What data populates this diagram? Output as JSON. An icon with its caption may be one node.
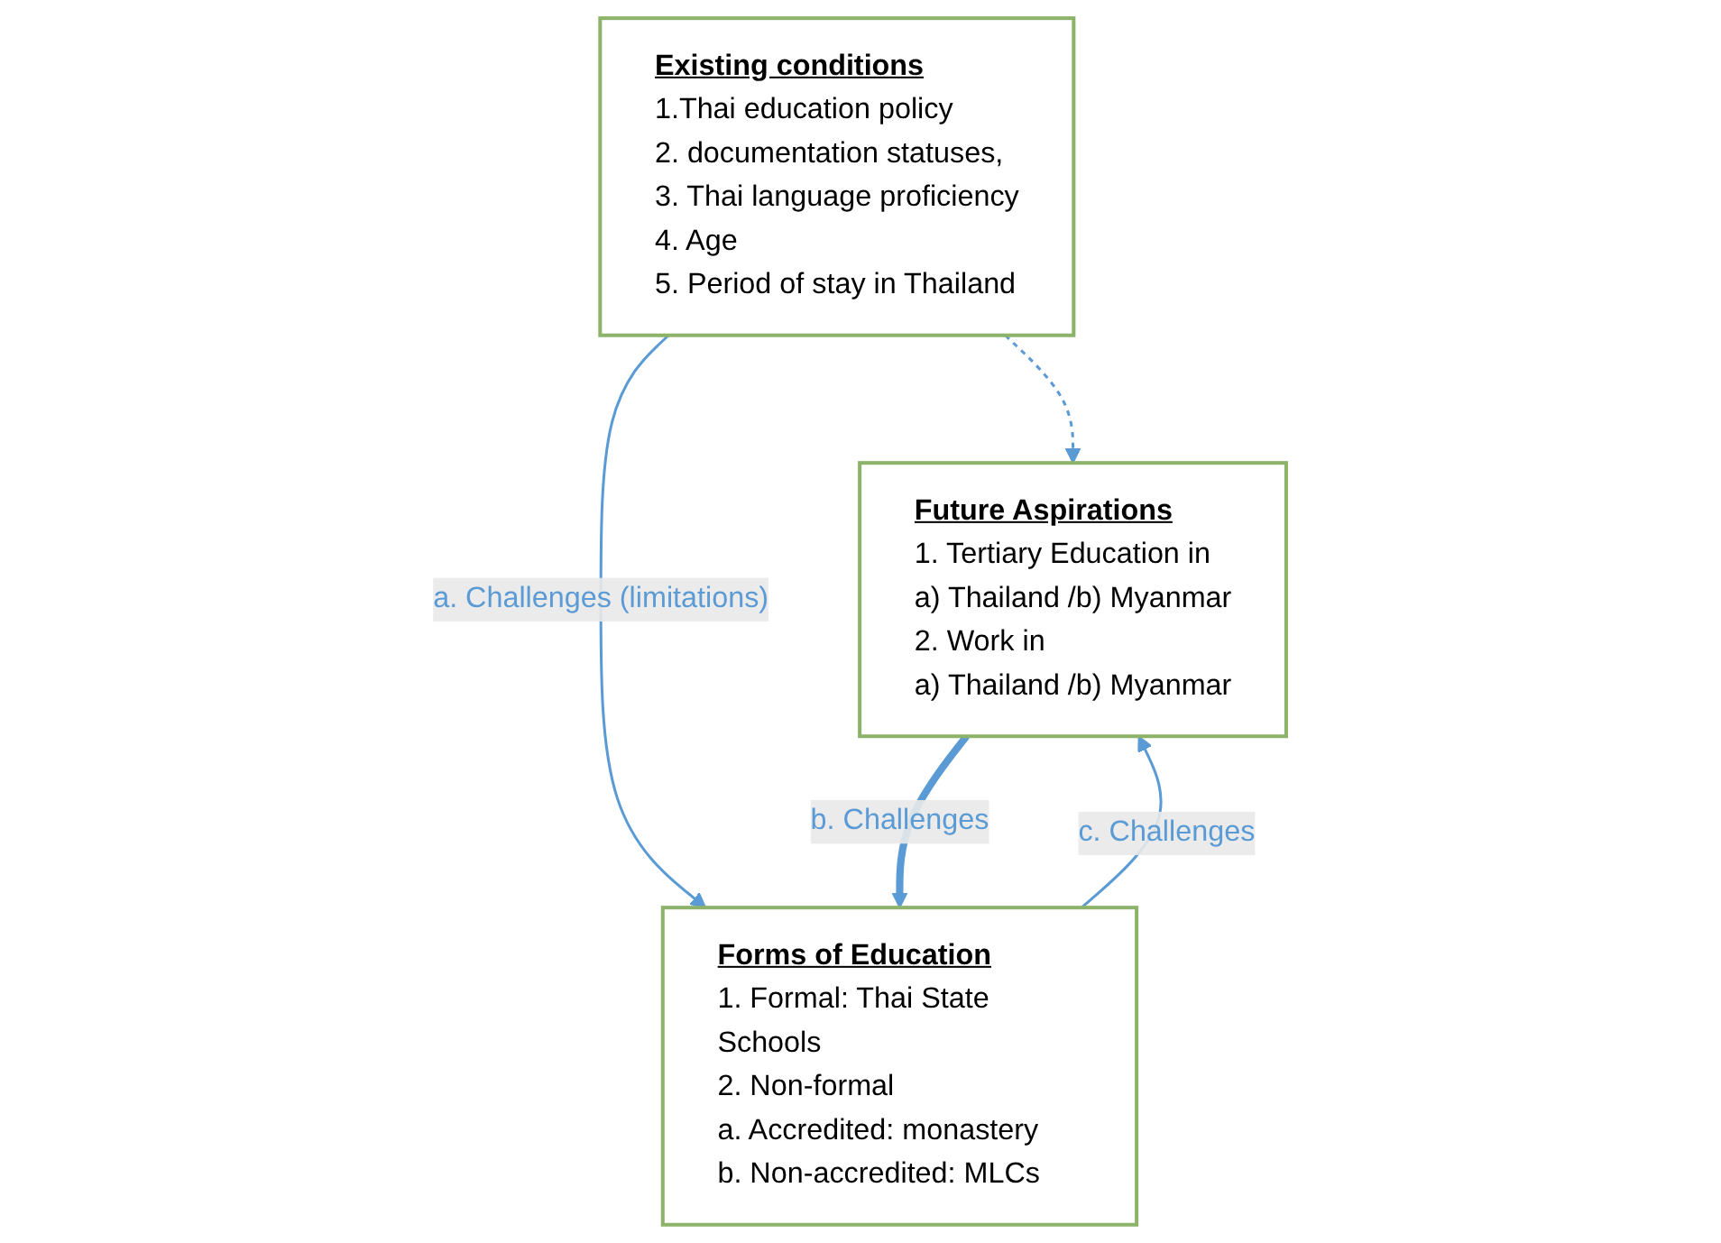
{
  "diagram": {
    "nodes": [
      {
        "text": [
          "Existing conditions",
          "1.Thai education policy",
          "2. documentation statuses,",
          "3. Thai language proficiency",
          "4. Age",
          "5. Period of stay in Thailand"
        ]
      },
      {
        "text": [
          "Future Aspirations",
          "1. Tertiary Education in",
          "a) Thailand /b) Myanmar",
          "2. Work in",
          "a) Thailand /b) Myanmar"
        ]
      },
      {
        "text": [
          "Forms of Education",
          "1. Formal: Thai State Schools",
          "2. Non-formal",
          "a. Accredited: monastery",
          "b. Non-accredited: MLCs"
        ]
      }
    ],
    "edges": [
      {
        "from": 0,
        "to": 1,
        "arrow": "to",
        "style": "dashed"
      },
      {
        "from": 0,
        "to": 2,
        "arrow": "to",
        "label": "a. Challenges (limitations)"
      },
      {
        "from": 1,
        "to": 2,
        "arrow": "to",
        "label": "b. Challenges",
        "style": "thick"
      },
      {
        "from": 2,
        "to": 1,
        "arrow": "to",
        "label": "c. Challenges"
      }
    ]
  }
}
